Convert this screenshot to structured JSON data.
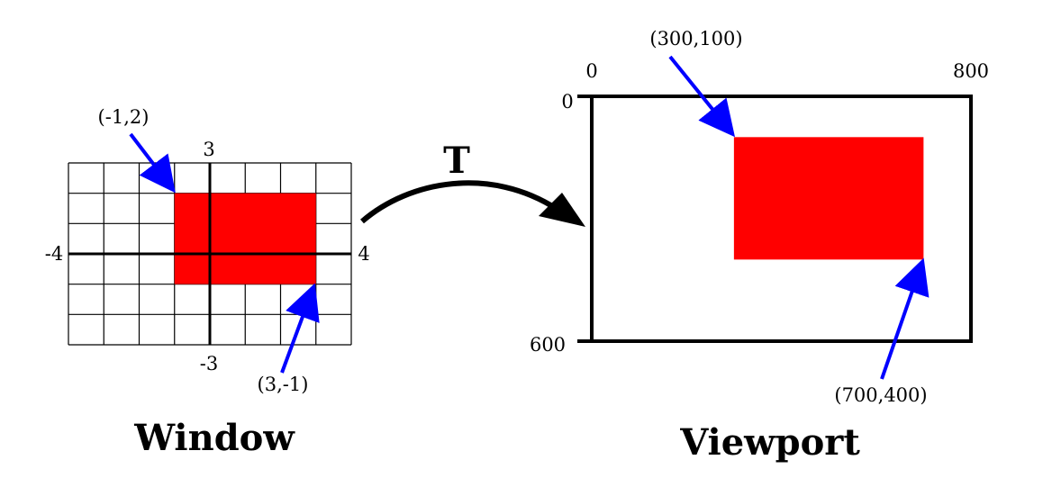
{
  "window": {
    "title": "Window",
    "axis_labels": {
      "top": "3",
      "bottom": "-3",
      "left": "-4",
      "right": "4"
    },
    "x_range": [
      -4,
      4
    ],
    "y_range": [
      -3,
      3
    ],
    "rect": {
      "x1": -1,
      "y1": 2,
      "x2": 3,
      "y2": -1
    },
    "corner_labels": {
      "top_left": "(-1,2)",
      "bottom_right": "(3,-1)"
    }
  },
  "transform": {
    "label": "T"
  },
  "viewport": {
    "title": "Viewport",
    "axis_labels": {
      "x_start": "0",
      "x_end": "800",
      "y_start": "0",
      "y_end": "600"
    },
    "x_range": [
      0,
      800
    ],
    "y_range": [
      0,
      600
    ],
    "rect": {
      "x1": 300,
      "y1": 100,
      "x2": 700,
      "y2": 400
    },
    "corner_labels": {
      "top_left": "(300,100)",
      "bottom_right": "(700,400)"
    }
  },
  "colors": {
    "rect_fill": "#ff0000",
    "arrow": "#0000ff",
    "line": "#000000"
  }
}
